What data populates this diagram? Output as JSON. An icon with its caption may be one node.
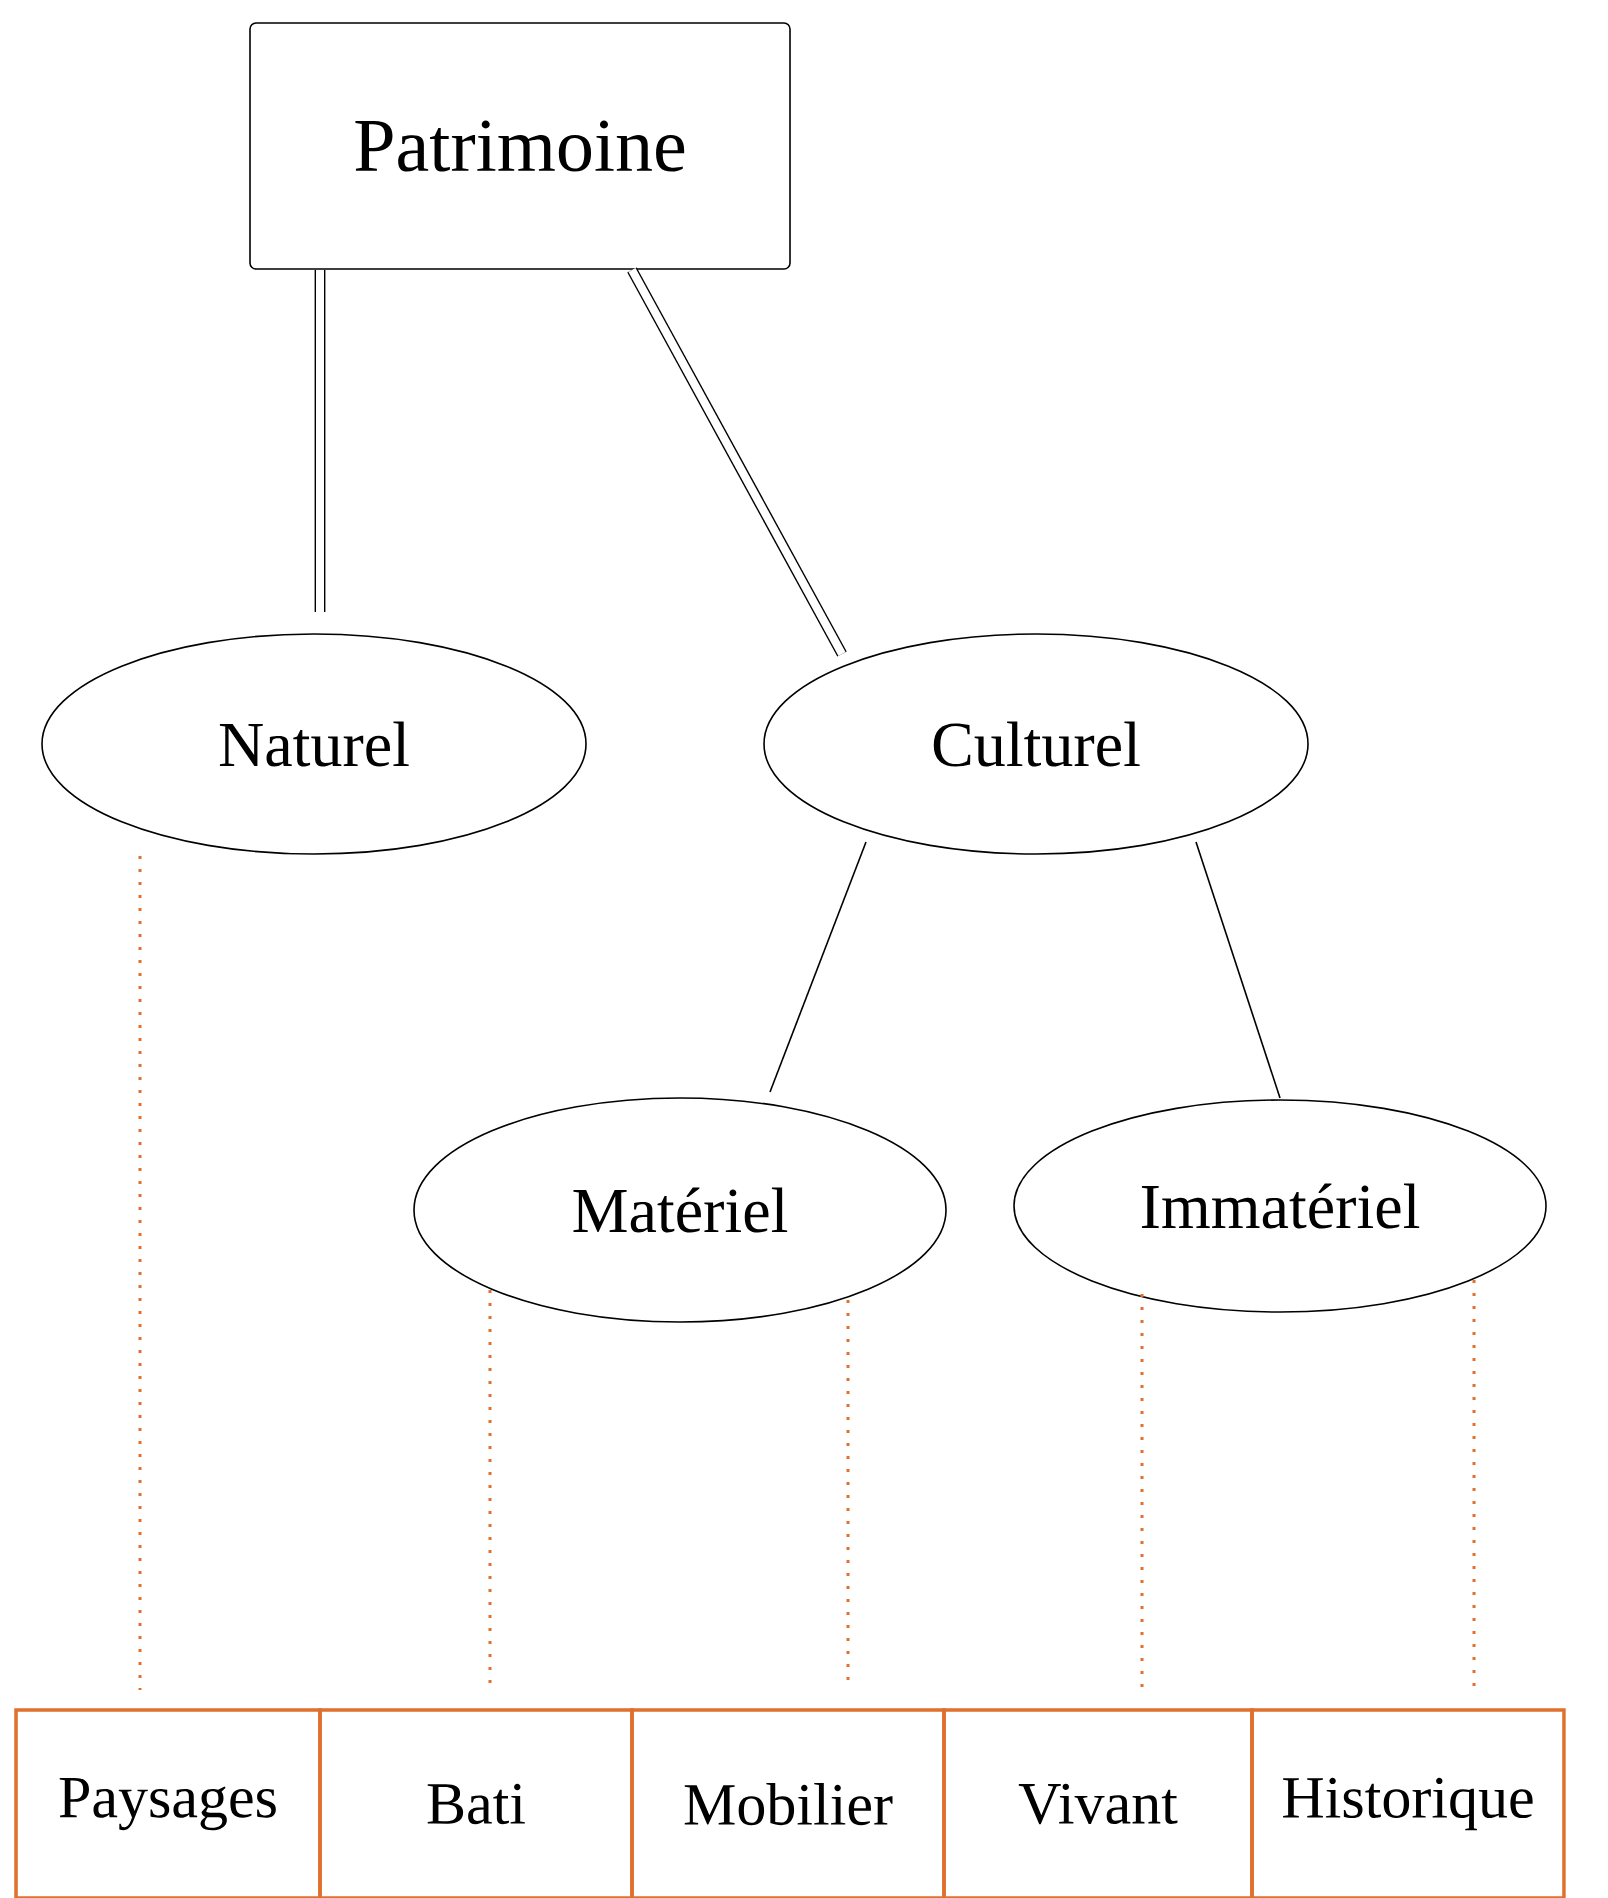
{
  "diagram": {
    "nodes": [
      {
        "text": [
          "Patrimoine"
        ]
      },
      {
        "text": [
          "Naturel"
        ]
      },
      {
        "text": [
          "Culturel"
        ]
      },
      {
        "text": [
          "Matériel"
        ]
      },
      {
        "text": [
          "Immatériel"
        ]
      },
      {
        "text": [
          "Paysages"
        ]
      },
      {
        "text": [
          "Bati"
        ]
      },
      {
        "text": [
          "Mobilier"
        ]
      },
      {
        "text": [
          "Vivant"
        ]
      },
      {
        "text": [
          "Historique"
        ]
      }
    ],
    "edges": [
      {
        "from": 0,
        "to": 1,
        "arrow": "none",
        "style": "thick",
        "color": "#000000"
      },
      {
        "from": 0,
        "to": 2,
        "arrow": "none",
        "style": "thick",
        "color": "#000000"
      },
      {
        "from": 2,
        "to": 3,
        "arrow": "none",
        "color": "#000000"
      },
      {
        "from": 2,
        "to": 4,
        "arrow": "none",
        "color": "#000000"
      },
      {
        "from": 1,
        "to": 5,
        "arrow": "none",
        "style": "dashed"
      },
      {
        "from": 3,
        "to": 6,
        "arrow": "none",
        "style": "dashed"
      },
      {
        "from": 3,
        "to": 7,
        "arrow": "none",
        "style": "dashed"
      },
      {
        "from": 4,
        "to": 8,
        "arrow": "none",
        "style": "dashed"
      },
      {
        "from": 4,
        "to": 9,
        "arrow": "none",
        "style": "dashed"
      }
    ]
  }
}
